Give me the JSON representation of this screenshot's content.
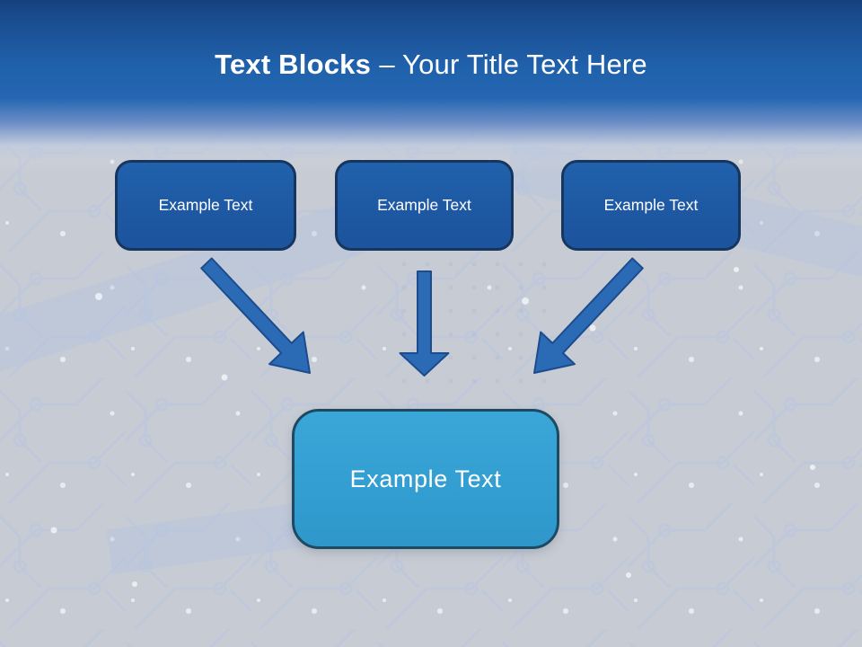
{
  "slide": {
    "title": {
      "bold": "Text Blocks",
      "rest": "– Your Title Text Here"
    },
    "blocks": [
      {
        "label": "Example Text"
      },
      {
        "label": "Example Text"
      },
      {
        "label": "Example Text"
      }
    ],
    "center_block": {
      "label": "Example Text"
    },
    "arrows": [
      {
        "name": "left-diagonal-arrow",
        "direction": "down-right"
      },
      {
        "name": "center-down-arrow",
        "direction": "down"
      },
      {
        "name": "right-diagonal-arrow",
        "direction": "down-left"
      }
    ],
    "colors": {
      "header_top": "#16407c",
      "header_bottom": "#2466b2",
      "background_gray": "#c7cbd3",
      "circuit_trace": "#b7c4e0",
      "block_fill": "#1f5aa5",
      "block_border": "#17365f",
      "center_fill": "#35a0d3",
      "center_border": "#1d4a63",
      "arrow_fill": "#2b6ab5",
      "arrow_stroke": "#1c4c8d",
      "title_text": "#ffffff",
      "block_text": "#ffffff"
    }
  }
}
